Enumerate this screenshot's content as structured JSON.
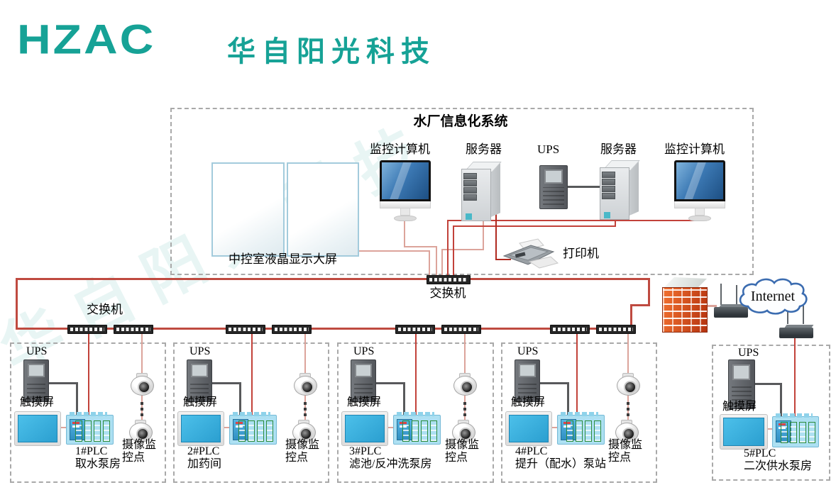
{
  "logo": {
    "brand": "HZAC",
    "company": "华自阳光科技"
  },
  "watermark_text": "华自阳光科技",
  "system_box": {
    "title": "水厂信息化系统",
    "labels": {
      "monitor_left": "监控计算机",
      "server_left": "服务器",
      "ups": "UPS",
      "server_right": "服务器",
      "monitor_right": "监控计算机",
      "big_screen": "中控室液晶显示大屏",
      "printer": "打印机"
    }
  },
  "network": {
    "left_switch": "交换机",
    "main_switch": "交换机",
    "internet": "Internet"
  },
  "stations": [
    {
      "ups": "UPS",
      "touch_screen": "触摸屏",
      "plc_no": "1#PLC",
      "name": "取水泵房",
      "camera_line1": "摄像监",
      "camera_line2": "控点"
    },
    {
      "ups": "UPS",
      "touch_screen": "触摸屏",
      "plc_no": "2#PLC",
      "name": "加药间",
      "camera_line1": "摄像监",
      "camera_line2": "控点"
    },
    {
      "ups": "UPS",
      "touch_screen": "触摸屏",
      "plc_no": "3#PLC",
      "name": "滤池/反冲洗泵房",
      "camera_line1": "摄像监",
      "camera_line2": "控点"
    },
    {
      "ups": "UPS",
      "touch_screen": "触摸屏",
      "plc_no": "4#PLC",
      "name": "提升（配水）泵站",
      "camera_line1": "摄像监",
      "camera_line2": "控点"
    },
    {
      "ups": "UPS",
      "touch_screen": "触摸屏",
      "plc_no": "5#PLC",
      "name": "二次供水泵房"
    }
  ],
  "colors": {
    "brand_teal": "#16A296",
    "line_red": "#C2423A",
    "line_salmon": "#DCA49B",
    "line_gray": "#58595B",
    "screen_blue": "#33AADD",
    "plc_blue": "#ADE0F2",
    "card_green": "#4EC25C",
    "firewall_red": "#D8431C",
    "cloud_outline": "#3B6CB0"
  }
}
